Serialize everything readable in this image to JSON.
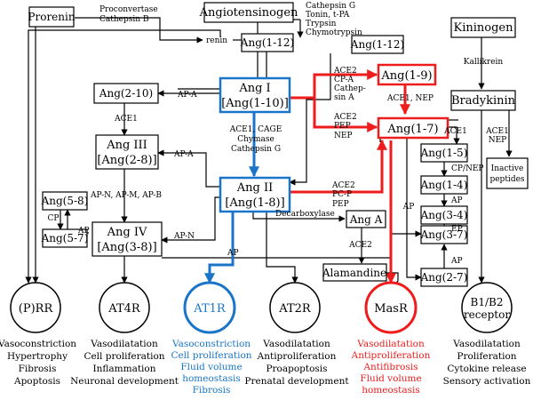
{
  "nodes": {
    "prorenin": "Prorenin",
    "angiotensinogen": "Angiotensinogen",
    "kininogen": "Kininogen",
    "ang_1_12_a": "Ang(1-12)",
    "ang_1_12_b": "Ang(1-12)",
    "ang_2_10": "Ang(2-10)",
    "ang_1_line1": "Ang I",
    "ang_1_line2": "[Ang(1-10)]",
    "ang_1_9": "Ang(1-9)",
    "ang_1_7": "Ang(1-7)",
    "bradykinin": "Bradykinin",
    "ang_3_line1": "Ang III",
    "ang_3_line2": "[Ang(2-8)]",
    "ang_2_line1": "Ang II",
    "ang_2_line2": "[Ang(1-8)]",
    "ang_1_5": "Ang(1-5)",
    "ang_1_4": "Ang(1-4)",
    "ang_3_4": "Ang(3-4)",
    "ang_3_7": "Ang(3-7)",
    "ang_2_7": "Ang(2-7)",
    "ang_5_8": "Ang(5-8)",
    "ang_5_7": "Ang(5-7)",
    "ang_4_line1": "Ang IV",
    "ang_4_line2": "[Ang(3-8)]",
    "ang_a": "Ang A",
    "alamandine": "Alamandine",
    "inactive_line1": "Inactive",
    "inactive_line2": "peptides"
  },
  "enzymes": {
    "proconvertase": "Proconvertase",
    "cathepsin_b": "Cathepsin B",
    "renin": "renin",
    "cg_1": "Cathepsin G",
    "cg_2": "Tonin, t-PA",
    "cg_3": "Trypsin",
    "cg_4": "Chymotrypsin",
    "kallikrein": "Kallikrein",
    "ap_a_top": "AP-A",
    "ace1_a": "ACE1",
    "ap_a_mid": "AP-A",
    "ace2_a": "ACE2",
    "cpa": "CP-A",
    "cathep_1": "Cathep-",
    "cathep_2": "sin A",
    "ace2_b": "ACE2",
    "pep_a": "PEP",
    "nep_a": "NEP",
    "ace1_nep": "ACE1, NEP",
    "ace1_cage": "ACE1, CAGE",
    "chymase": "Chymase",
    "cathepsin_g": "Cathepsin G",
    "ace1_b": "ACE1",
    "ace1_c": "ACE1",
    "nep_b": "NEP",
    "cp_nep": "CP/NEP",
    "ap_b": "AP",
    "ap_c": "AP",
    "ep": "EP",
    "ap_d": "AP",
    "ap_n_mid": "AP-N, AP-M, AP-B",
    "ace2_c": "ACE2",
    "pcp": "PC-P",
    "pep_b": "PEP",
    "cp": "CP",
    "ap_e": "AP",
    "ap_n": "AP-N",
    "decarboxylase": "Decarboxylase",
    "ace2_d": "ACE2",
    "ap_f": "AP"
  },
  "receptors": [
    {
      "label": "(P)RR",
      "effects": [
        "Vasoconstriction",
        "Hypertrophy",
        "Fibrosis",
        "Apoptosis"
      ]
    },
    {
      "label": "AT4R",
      "effects": [
        "Vasodilatation",
        "Cell proliferation",
        "Inflammation",
        "Neuronal development"
      ]
    },
    {
      "label": "AT1R",
      "effects": [
        "Vasoconstriction",
        "Cell proliferation",
        "Fluid volume",
        "homeostasis",
        "Fibrosis"
      ]
    },
    {
      "label": "AT2R",
      "effects": [
        "Vasodilatation",
        "Antiproliferation",
        "Proapoptosis",
        "Prenatal development"
      ]
    },
    {
      "label": "MasR",
      "effects": [
        "Vasodilatation",
        "Antiproliferation",
        "Antifibrosis",
        "Fluid volume",
        "homeostasis"
      ]
    },
    {
      "label_line1": "B1/B2",
      "label_line2": "receptor",
      "effects": [
        "Vasodilatation",
        "Proliferation",
        "Cytokine release",
        "Sensory activation"
      ]
    }
  ],
  "colors": {
    "at1r_axis": "#1a75c9",
    "masr_axis": "#ee1c1c"
  }
}
